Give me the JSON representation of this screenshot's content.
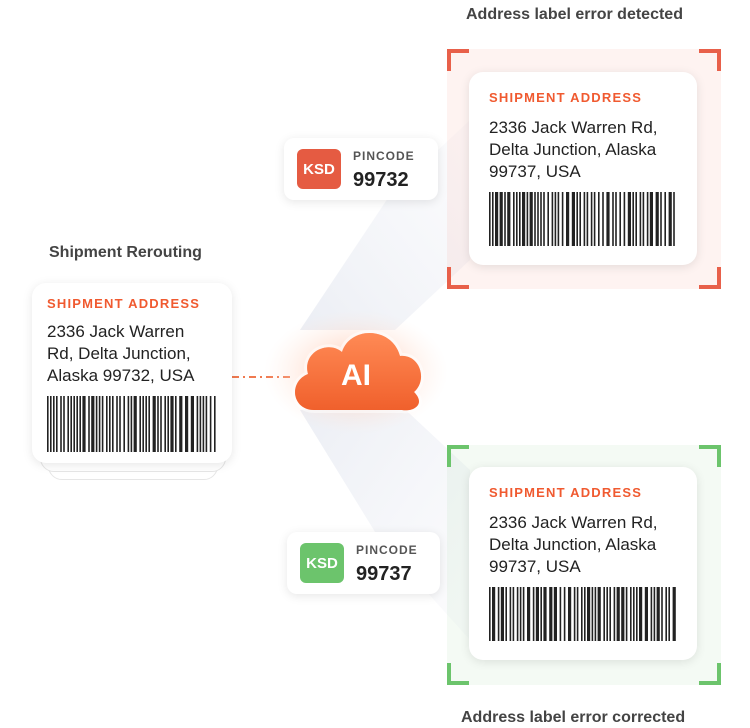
{
  "headings": {
    "detected": "Address label error detected",
    "rerouting": "Shipment Rerouting",
    "corrected": "Address label error corrected"
  },
  "source_card": {
    "title": "SHIPMENT ADDRESS",
    "lines": [
      "2336 Jack Warren",
      "Rd, Delta Junction,",
      "Alaska 99732, USA"
    ]
  },
  "error_card": {
    "title": "SHIPMENT ADDRESS",
    "lines": [
      "2336 Jack Warren Rd,",
      "Delta Junction, Alaska",
      "99737, USA"
    ]
  },
  "corrected_card": {
    "title": "SHIPMENT ADDRESS",
    "lines": [
      "2336 Jack Warren Rd,",
      "Delta Junction, Alaska",
      "99737, USA"
    ]
  },
  "error_chip": {
    "badge": "KSD",
    "label": "PINCODE",
    "value": "99732"
  },
  "corrected_chip": {
    "badge": "KSD",
    "label": "PINCODE",
    "value": "99737"
  },
  "ai": {
    "label": "AI"
  },
  "colors": {
    "accent_orange": "#f05a30",
    "error_red": "#e8604a",
    "success_green": "#6cc46c",
    "ksd_red": "#e55b42",
    "ksd_green": "#6cc46c"
  },
  "icons": [
    "cloud-icon",
    "barcode-icon"
  ]
}
